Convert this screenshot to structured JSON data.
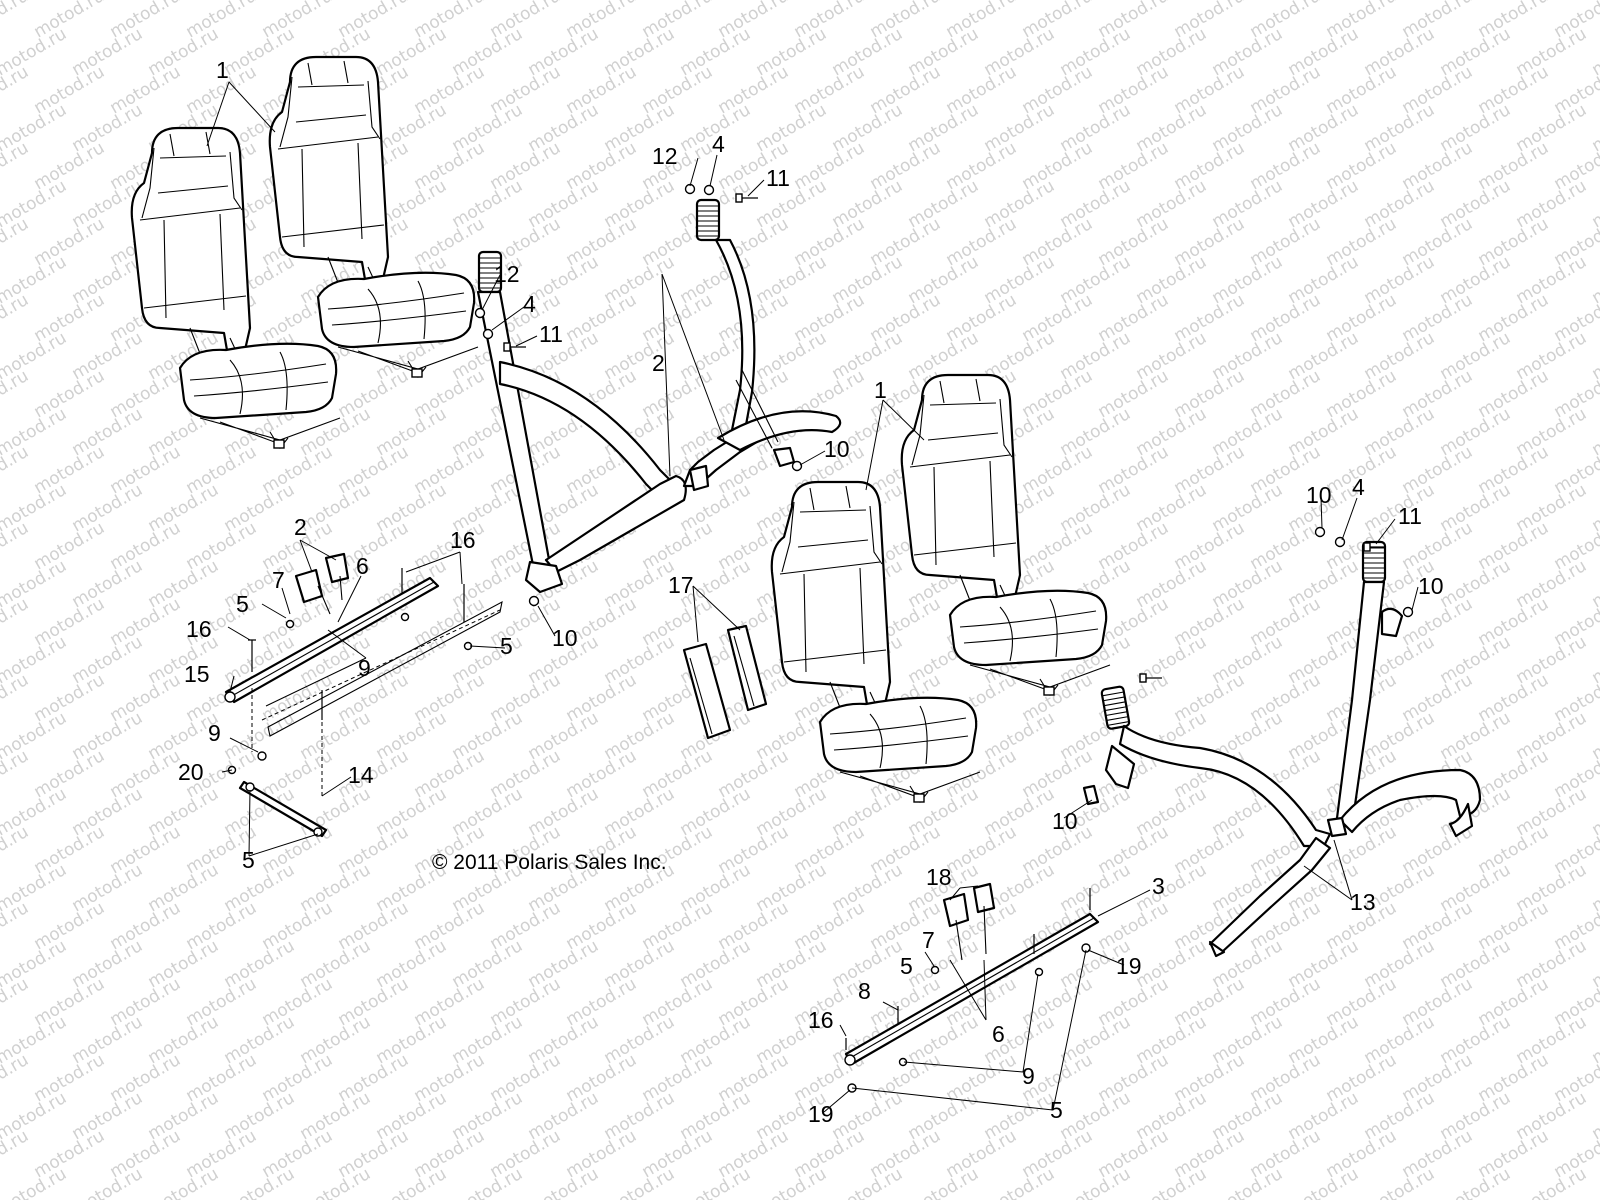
{
  "watermark": "motod.ru",
  "copyright": "© 2011 Polaris Sales Inc.",
  "callouts": [
    {
      "id": "c1a",
      "text": "1"
    },
    {
      "id": "c1b",
      "text": "1"
    },
    {
      "id": "c2a",
      "text": "2"
    },
    {
      "id": "c2b",
      "text": "2"
    },
    {
      "id": "c3",
      "text": "3"
    },
    {
      "id": "c4a",
      "text": "4"
    },
    {
      "id": "c4b",
      "text": "4"
    },
    {
      "id": "c4c",
      "text": "4"
    },
    {
      "id": "c5a",
      "text": "5"
    },
    {
      "id": "c5b",
      "text": "5"
    },
    {
      "id": "c5c",
      "text": "5"
    },
    {
      "id": "c5d",
      "text": "5"
    },
    {
      "id": "c5e",
      "text": "5"
    },
    {
      "id": "c6a",
      "text": "6"
    },
    {
      "id": "c6b",
      "text": "6"
    },
    {
      "id": "c7a",
      "text": "7"
    },
    {
      "id": "c7b",
      "text": "7"
    },
    {
      "id": "c8",
      "text": "8"
    },
    {
      "id": "c9a",
      "text": "9"
    },
    {
      "id": "c9b",
      "text": "9"
    },
    {
      "id": "c9c",
      "text": "9"
    },
    {
      "id": "c10a",
      "text": "10"
    },
    {
      "id": "c10b",
      "text": "10"
    },
    {
      "id": "c10c",
      "text": "10"
    },
    {
      "id": "c10d",
      "text": "10"
    },
    {
      "id": "c10e",
      "text": "10"
    },
    {
      "id": "c11a",
      "text": "11"
    },
    {
      "id": "c11b",
      "text": "11"
    },
    {
      "id": "c11c",
      "text": "11"
    },
    {
      "id": "c12a",
      "text": "12"
    },
    {
      "id": "c12b",
      "text": "12"
    },
    {
      "id": "c13",
      "text": "13"
    },
    {
      "id": "c14",
      "text": "14"
    },
    {
      "id": "c15",
      "text": "15"
    },
    {
      "id": "c16a",
      "text": "16"
    },
    {
      "id": "c16b",
      "text": "16"
    },
    {
      "id": "c16c",
      "text": "16"
    },
    {
      "id": "c17",
      "text": "17"
    },
    {
      "id": "c18",
      "text": "18"
    },
    {
      "id": "c19a",
      "text": "19"
    },
    {
      "id": "c19b",
      "text": "19"
    },
    {
      "id": "c20",
      "text": "20"
    }
  ]
}
